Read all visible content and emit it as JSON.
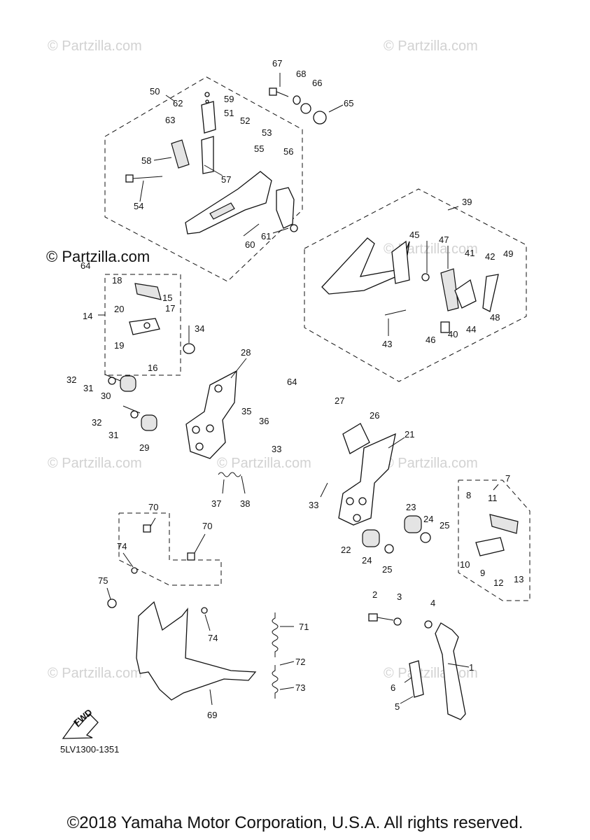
{
  "watermarks": {
    "tl": "© Partzilla.com",
    "tr": "© Partzilla.com",
    "ml": "© Partzilla.com",
    "mr": "© Partzilla.com",
    "mc1": "© Partzilla.com",
    "mc2": "© Partzilla.com",
    "bl": "© Partzilla.com",
    "br": "© Partzilla.com",
    "dark": "© Partzilla.com"
  },
  "callouts": {
    "c1": "1",
    "c2": "2",
    "c3": "3",
    "c4": "4",
    "c5": "5",
    "c6": "6",
    "c7": "7",
    "c8": "8",
    "c9": "9",
    "c10": "10",
    "c11": "11",
    "c12": "12",
    "c13": "13",
    "c14": "14",
    "c15": "15",
    "c16": "16",
    "c17": "17",
    "c18": "18",
    "c19": "19",
    "c20": "20",
    "c21": "21",
    "c22": "22",
    "c23": "23",
    "c24a": "24",
    "c24b": "24",
    "c25a": "25",
    "c25b": "25",
    "c26": "26",
    "c27": "27",
    "c28": "28",
    "c29": "29",
    "c30": "30",
    "c31a": "31",
    "c31b": "31",
    "c32a": "32",
    "c32b": "32",
    "c33a": "33",
    "c33b": "33",
    "c34": "34",
    "c35": "35",
    "c36": "36",
    "c37": "37",
    "c38": "38",
    "c39": "39",
    "c40": "40",
    "c41": "41",
    "c42": "42",
    "c43": "43",
    "c44": "44",
    "c45": "45",
    "c46": "46",
    "c47": "47",
    "c48": "48",
    "c49": "49",
    "c50": "50",
    "c51": "51",
    "c52": "52",
    "c53": "53",
    "c54": "54",
    "c55": "55",
    "c56": "56",
    "c57": "57",
    "c58": "58",
    "c59": "59",
    "c60": "60",
    "c61": "61",
    "c62": "62",
    "c63": "63",
    "c64a": "64",
    "c64b": "64",
    "c65": "65",
    "c66": "66",
    "c67": "67",
    "c68": "68",
    "c69": "69",
    "c70a": "70",
    "c70b": "70",
    "c71": "71",
    "c72": "72",
    "c73": "73",
    "c74a": "74",
    "c74b": "74",
    "c75": "75"
  },
  "fwd_label": "FWD",
  "diagram_code": "5LV1300-1351",
  "copyright": "©2018 Yamaha Motor Corporation, U.S.A. All rights reserved."
}
